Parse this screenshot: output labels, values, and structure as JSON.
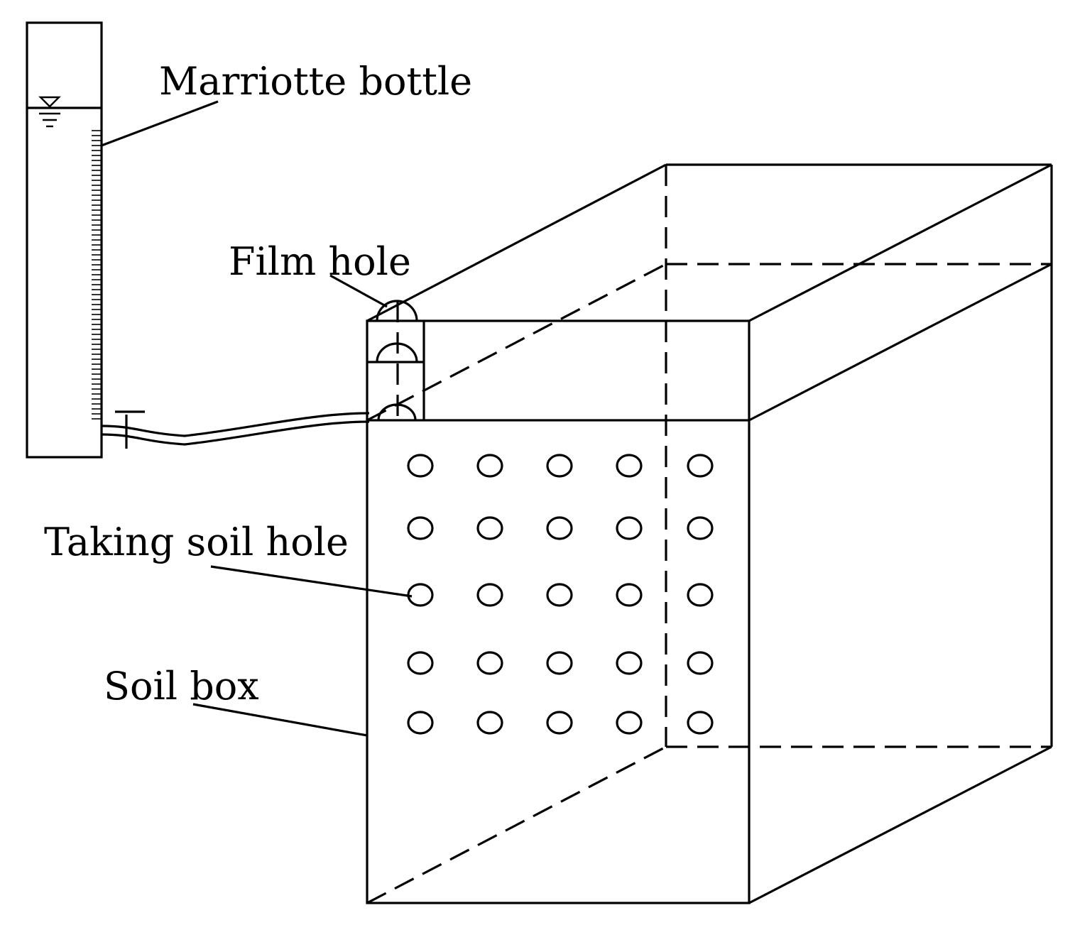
{
  "labels": {
    "marriotte_bottle": "Marriotte bottle",
    "film_hole": "Film hole",
    "taking_soil_hole": "Taking soil hole",
    "soil_box": "Soil box"
  },
  "soil_holes": {
    "rows": 5,
    "columns": 5
  },
  "colors": {
    "line": "#000000",
    "background": "#ffffff"
  }
}
